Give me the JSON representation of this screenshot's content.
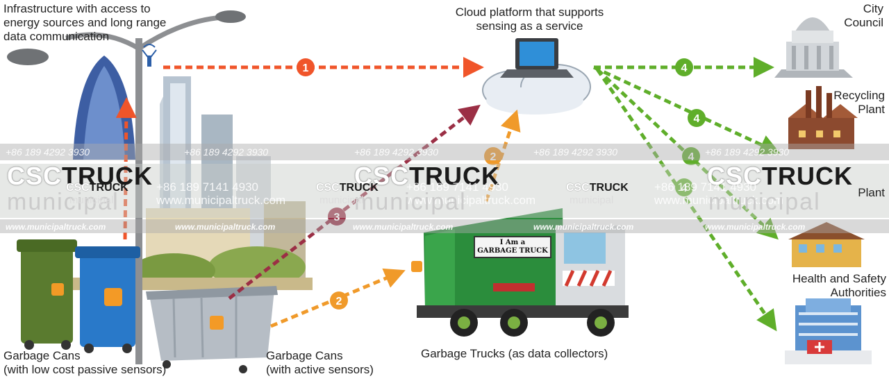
{
  "labels": {
    "infrastructure": "Infrastructure with access to\nenergy sources and long range\ndata communication",
    "cloud": "Cloud platform that supports\nsensing as a service",
    "city_council": "City\nCouncil",
    "recycling": "Recycling\nPlant",
    "hidden_plant": "Plant",
    "health": "Health and Safety\nAuthorities",
    "cans_passive": "Garbage Cans\n(with low cost passive sensors)",
    "cans_active": "Garbage Cans\n(with active sensors)",
    "trucks": "Garbage Trucks (as data collectors)"
  },
  "truck_sign": "I Am a\nGARBAGE TRUCK",
  "steps": [
    "1",
    "2",
    "2",
    "3",
    "4",
    "4",
    "4",
    "4"
  ],
  "watermark": {
    "phone_a": "+86 189 4292 3930",
    "phone_b": "+86 189 7141 4930",
    "url": "www.municipaltruck.com",
    "brand_a": "CSC",
    "brand_b": "TRUCK",
    "municipal": "municipal"
  },
  "colors": {
    "step1": "#f0552a",
    "step2": "#f09a2a",
    "step3": "#9b2f45",
    "step4": "#5fae2a"
  }
}
